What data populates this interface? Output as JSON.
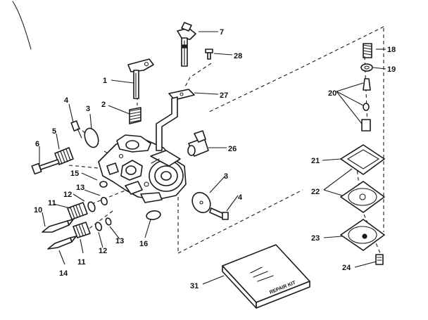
{
  "diagram": {
    "callouts": [
      {
        "id": "c1",
        "label": "1"
      },
      {
        "id": "c2",
        "label": "2"
      },
      {
        "id": "c3",
        "label": "3"
      },
      {
        "id": "c4a",
        "label": "4"
      },
      {
        "id": "c5",
        "label": "5"
      },
      {
        "id": "c6",
        "label": "6"
      },
      {
        "id": "c7",
        "label": "7"
      },
      {
        "id": "c10",
        "label": "10"
      },
      {
        "id": "c11a",
        "label": "11"
      },
      {
        "id": "c11b",
        "label": "11"
      },
      {
        "id": "c12a",
        "label": "12"
      },
      {
        "id": "c12b",
        "label": "12"
      },
      {
        "id": "c13a",
        "label": "13"
      },
      {
        "id": "c13b",
        "label": "13"
      },
      {
        "id": "c14",
        "label": "14"
      },
      {
        "id": "c15",
        "label": "15"
      },
      {
        "id": "c16",
        "label": "16"
      },
      {
        "id": "c18",
        "label": "18"
      },
      {
        "id": "c19",
        "label": "19"
      },
      {
        "id": "c20",
        "label": "20"
      },
      {
        "id": "c21",
        "label": "21"
      },
      {
        "id": "c22",
        "label": "22"
      },
      {
        "id": "c23",
        "label": "23"
      },
      {
        "id": "c24",
        "label": "24"
      },
      {
        "id": "c26",
        "label": "26"
      },
      {
        "id": "c27",
        "label": "27"
      },
      {
        "id": "c28",
        "label": "28"
      },
      {
        "id": "c31",
        "label": "31"
      },
      {
        "id": "c3b",
        "label": "3"
      },
      {
        "id": "c4b",
        "label": "4"
      }
    ],
    "repair_kit_label": "REPAIR KIT"
  },
  "colors": {
    "ink": "#1a1a1a",
    "paper": "#ffffff"
  }
}
